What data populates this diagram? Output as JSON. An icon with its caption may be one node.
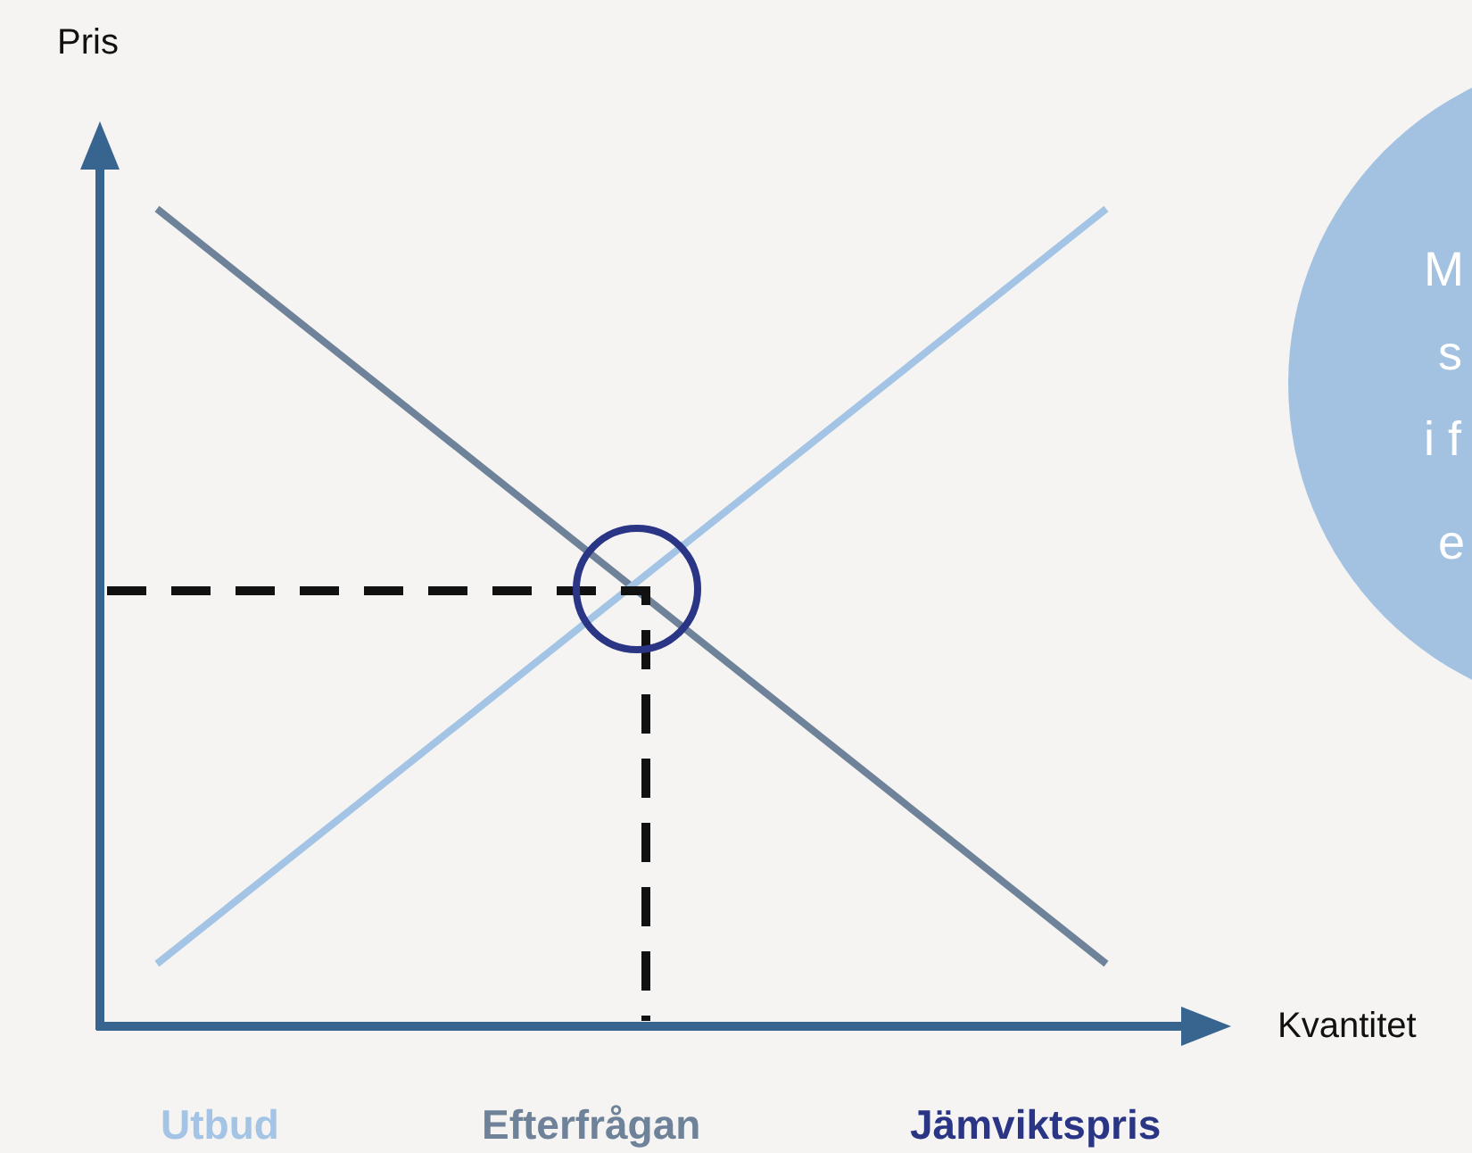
{
  "diagram": {
    "nodes": [
      {
        "text": [
          "M",
          "s",
          "i f",
          "e"
        ]
      }
    ],
    "labels": [
      "Pris",
      "Kvantitet"
    ],
    "legend": [
      {
        "text": "Utbud",
        "color": "#a3c4e4"
      },
      {
        "text": "Efterfrågan",
        "color": "#6e8299"
      },
      {
        "text": "Jämviktspris",
        "color": "#2b3585"
      }
    ]
  }
}
